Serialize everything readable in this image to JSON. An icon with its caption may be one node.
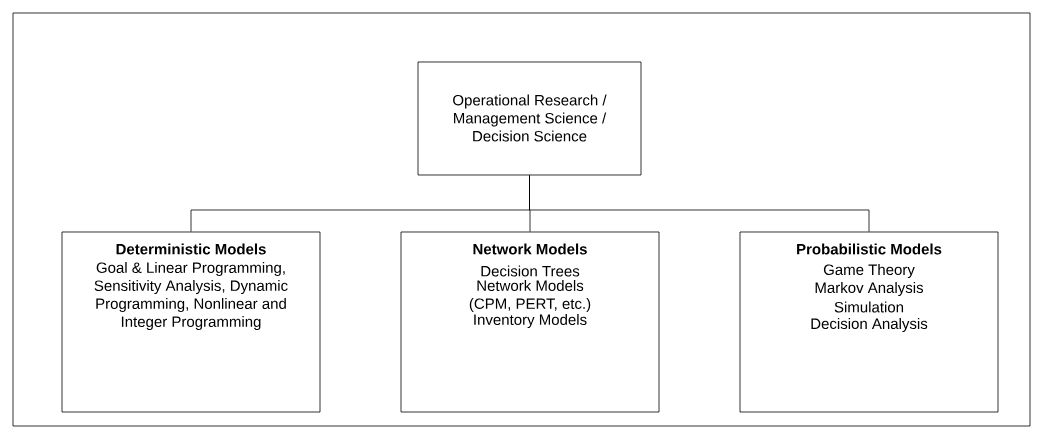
{
  "diagram": {
    "nodes": [
      {
        "text": [
          "Operational Research / Management Science / Decision Science"
        ]
      },
      {
        "text": [
          "Deterministic Models",
          "Goal & Linear Programming, Sensitivity Analysis, Dynamic Programming, Nonlinear and Integer Programming"
        ]
      },
      {
        "text": [
          "Network Models",
          "Decision Trees",
          "Network Models (CPM, PERT, etc.)",
          "Inventory Models"
        ]
      },
      {
        "text": [
          "Probabilistic Models",
          "Game Theory",
          "Markov Analysis",
          "Simulation",
          "Decision Analysis"
        ]
      }
    ],
    "edges": [
      {
        "from": 0,
        "to": 1,
        "arrow": "none"
      },
      {
        "from": 0,
        "to": 2,
        "arrow": "none"
      },
      {
        "from": 0,
        "to": 3,
        "arrow": "none"
      }
    ]
  }
}
